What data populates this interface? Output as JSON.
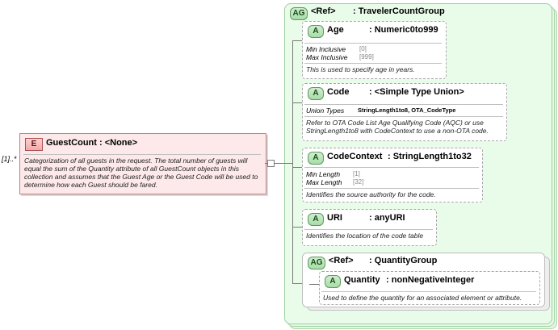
{
  "guest_count": {
    "badge": "E",
    "cardinality": "[1]..*",
    "title": "GuestCount : <None>",
    "doc": "Categorization of all guests in the request.  The total number of guests will equal the sum of the Quantity attribute of all GuestCount objects in this collection and assumes that the Guest Age or the Guest Code will be used to determine how each Guest should be fared.",
    "colors": {
      "fill": "#fde9e9",
      "border": "#c08080"
    }
  },
  "traveler_count_group": {
    "badge": "AG",
    "ref": "<Ref>",
    "name": ": TravelerCountGroup",
    "colors": {
      "fill": "#e9fbe9",
      "border": "#9fcf9f"
    }
  },
  "attributes": {
    "age": {
      "badge": "A",
      "name": "Age",
      "type": ": Numeric0to999",
      "facets": [
        {
          "k": "Min Inclusive",
          "v": "[0]"
        },
        {
          "k": "Max Inclusive",
          "v": "[999]"
        }
      ],
      "doc": "This is used to specify age in years."
    },
    "code": {
      "badge": "A",
      "name": "Code",
      "type": ": <Simple Type Union>",
      "union_label": "Union Types",
      "union_value": "StringLength1to8, OTA_CodeType",
      "doc": "Refer to OTA Code List Age Qualifying Code (AQC) or use StringLength1to8 with CodeContext to use a non-OTA code."
    },
    "code_context": {
      "badge": "A",
      "name": "CodeContext",
      "type": ": StringLength1to32",
      "facets": [
        {
          "k": "Min Length",
          "v": "[1]"
        },
        {
          "k": "Max Length",
          "v": "[32]"
        }
      ],
      "doc": "Identifies the source authority for the code."
    },
    "uri": {
      "badge": "A",
      "name": "URI",
      "type": ": anyURI",
      "doc": "Identifies the location of the code table"
    }
  },
  "quantity_group": {
    "badge": "AG",
    "ref": "<Ref>",
    "name": ": QuantityGroup",
    "quantity": {
      "badge": "A",
      "name": "Quantity",
      "type": ": nonNegativeInteger",
      "doc": "Used to define the quantity for an associated element or attribute."
    }
  }
}
